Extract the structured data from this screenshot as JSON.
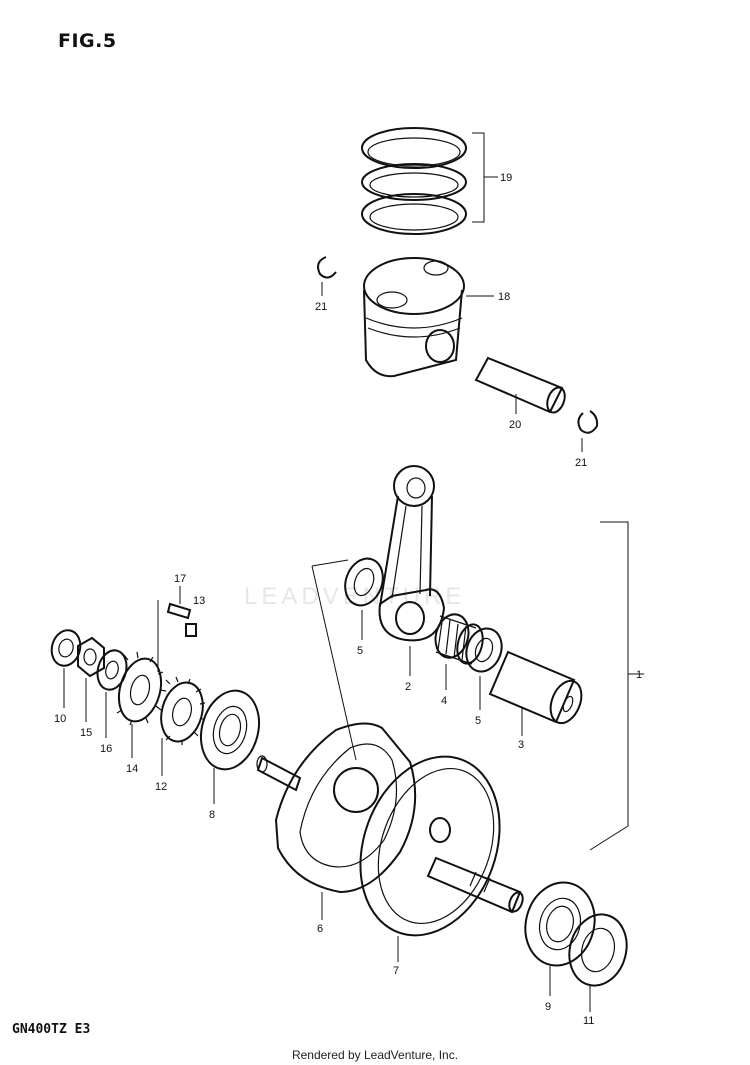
{
  "figure": {
    "title": "FIG.5",
    "model_code": "GN400TZ E3"
  },
  "footer": {
    "credit": "Rendered by LeadVenture, Inc."
  },
  "watermark": {
    "text": "LEADVENTURE"
  },
  "callouts": {
    "c1": "1",
    "c2": "2",
    "c3": "3",
    "c4": "4",
    "c5a": "5",
    "c5b": "5",
    "c6": "6",
    "c7": "7",
    "c8": "8",
    "c9": "9",
    "c10": "10",
    "c11": "11",
    "c12": "12",
    "c13": "13",
    "c14": "14",
    "c15": "15",
    "c16": "16",
    "c17": "17",
    "c18": "18",
    "c19": "19",
    "c20": "20",
    "c21a": "21",
    "c21b": "21"
  }
}
